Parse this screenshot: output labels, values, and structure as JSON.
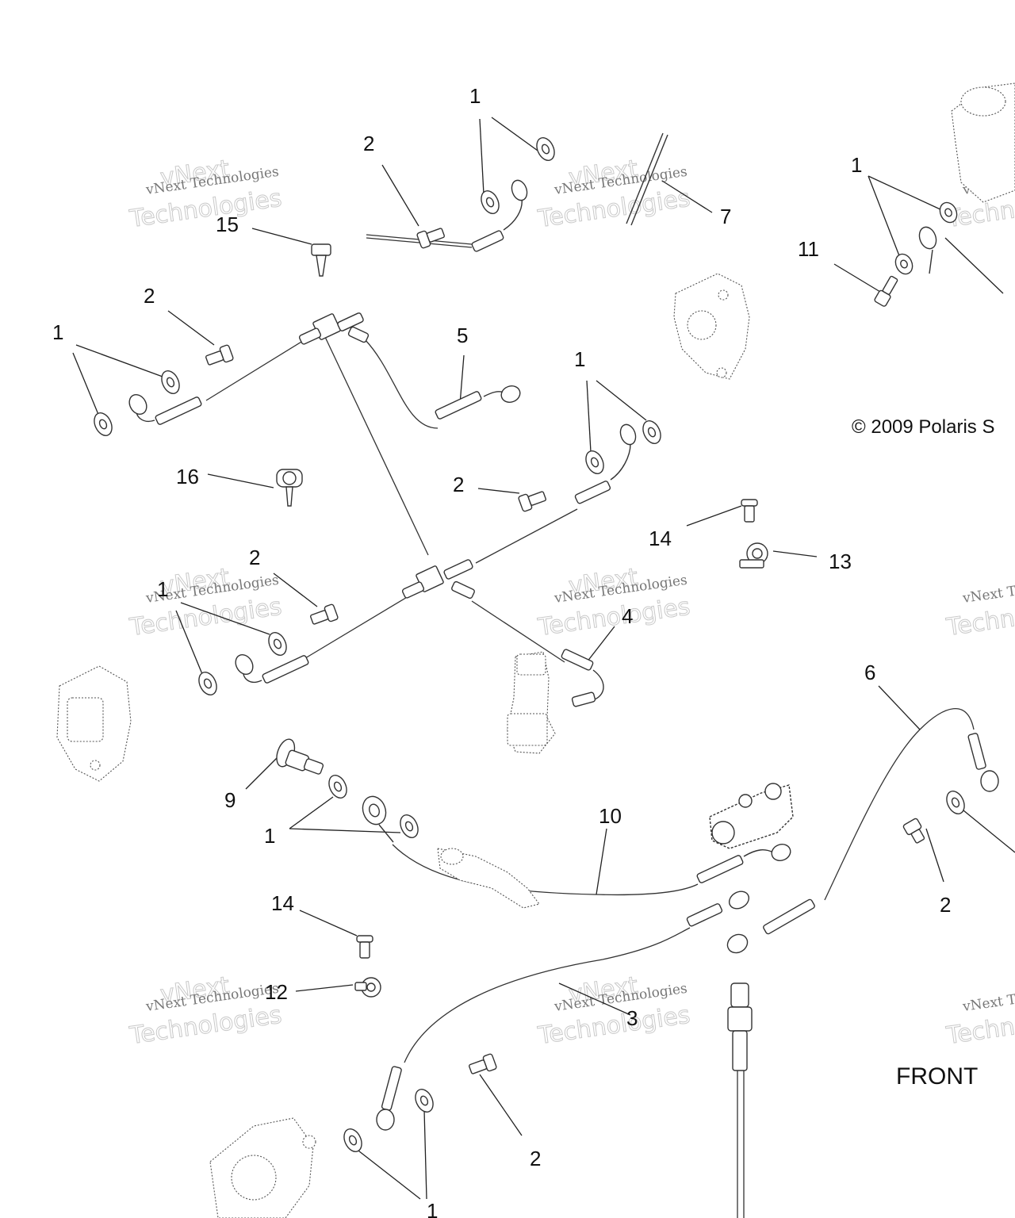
{
  "diagram": {
    "copyright": "© 2009 Polaris S",
    "front_label": "FRONT",
    "watermark": {
      "line1": "vNext Technologies",
      "line2": "vNext",
      "line3": "Technologies"
    },
    "callouts": {
      "c1a": "1",
      "c1b": "1",
      "c1c": "1",
      "c1d": "1",
      "c1e": "1",
      "c1f": "1",
      "c1g": "1",
      "c2a": "2",
      "c2b": "2",
      "c2c": "2",
      "c2d": "2",
      "c2e": "2",
      "c2f": "2",
      "c3": "3",
      "c4": "4",
      "c5": "5",
      "c6": "6",
      "c7": "7",
      "c9": "9",
      "c10": "10",
      "c11": "11",
      "c12": "12",
      "c13": "13",
      "c14a": "14",
      "c14b": "14",
      "c15": "15",
      "c16": "16"
    }
  }
}
